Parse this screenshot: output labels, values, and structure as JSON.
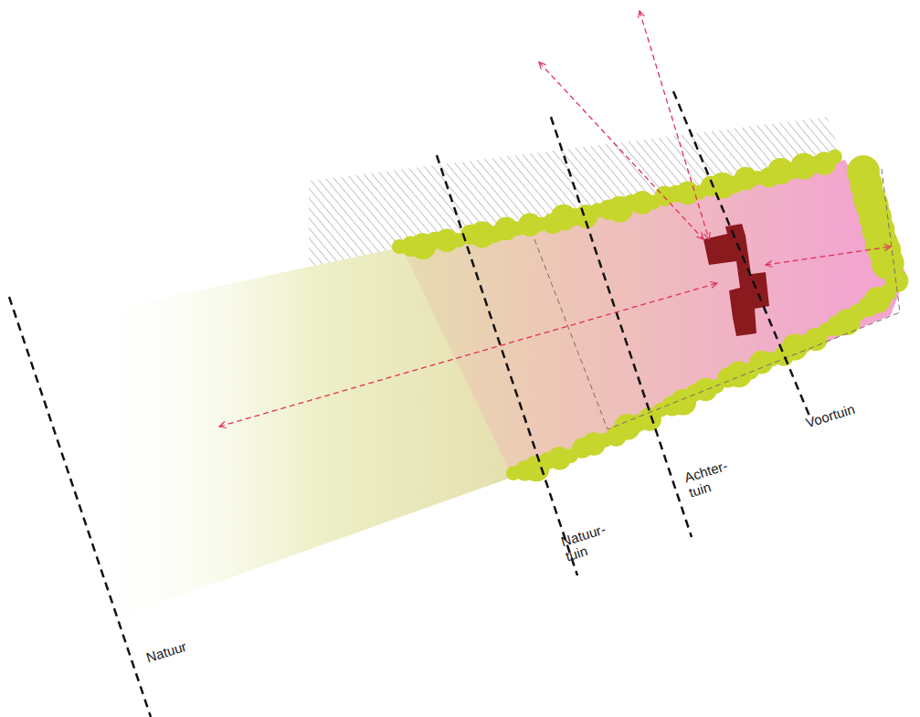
{
  "diagram": {
    "labels": [
      "Natuur",
      "Natuur- tuin",
      "Achter- tuin",
      "Voortuin"
    ]
  }
}
